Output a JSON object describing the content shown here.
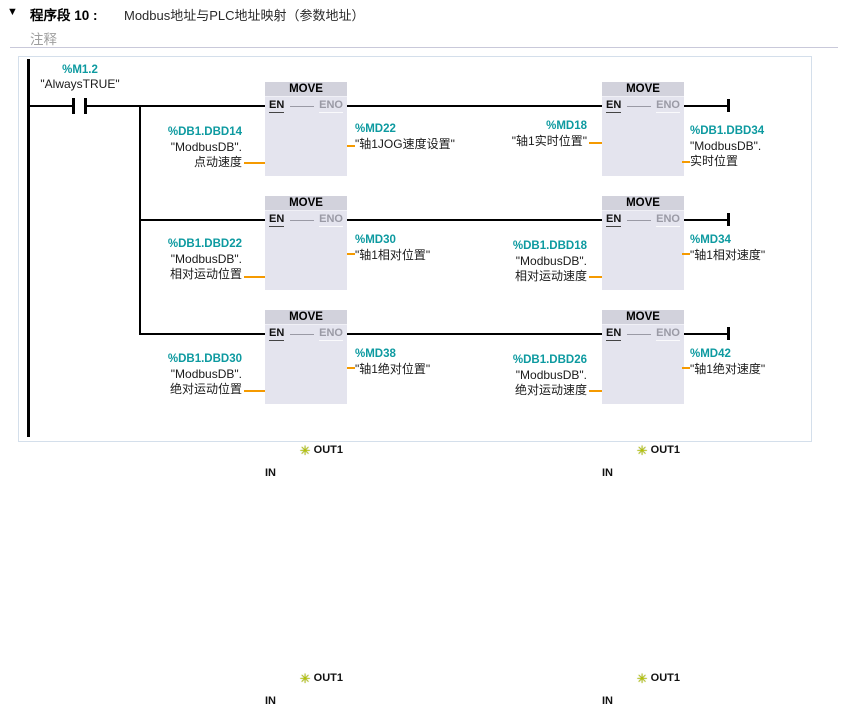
{
  "colors": {
    "operand_teal": "#0d9aa0",
    "wire_orange": "#f59a00",
    "block_bg": "#e4e4ee",
    "block_head": "#d2d2dc",
    "eno_gray": "#9a9aa5",
    "star_green": "#b5c400",
    "comment_gray": "#9e9e9e",
    "separator": "#c9c9da",
    "canvas_border": "#d4dfeb"
  },
  "header": {
    "collapse_icon": "▼",
    "network_label": "程序段 10 :",
    "network_title": "Modbus地址与PLC地址映射（参数地址）",
    "comment_placeholder": "注释"
  },
  "contact": {
    "address": "%M1.2",
    "name": "\"AlwaysTRUE\""
  },
  "block_labels": {
    "title": "MOVE",
    "en": "EN",
    "eno": "ENO",
    "in": "IN",
    "out": "OUT1",
    "add_output_icon": "✳"
  },
  "rungs": [
    {
      "left": {
        "in": {
          "address": "%DB1.DBD14",
          "name": "\"ModbusDB\".",
          "member": "点动速度"
        },
        "out": {
          "address": "%MD22",
          "name": "\"轴1JOG速度设置\""
        }
      },
      "right": {
        "in": {
          "address": "%MD18",
          "name": "\"轴1实时位置\""
        },
        "out": {
          "address": "%DB1.DBD34",
          "name": "\"ModbusDB\".",
          "member": "实时位置"
        }
      }
    },
    {
      "left": {
        "in": {
          "address": "%DB1.DBD22",
          "name": "\"ModbusDB\".",
          "member": "相对运动位置"
        },
        "out": {
          "address": "%MD30",
          "name": "\"轴1相对位置\""
        }
      },
      "right": {
        "in": {
          "address": "%DB1.DBD18",
          "name": "\"ModbusDB\".",
          "member": "相对运动速度"
        },
        "out": {
          "address": "%MD34",
          "name": "\"轴1相对速度\""
        }
      }
    },
    {
      "left": {
        "in": {
          "address": "%DB1.DBD30",
          "name": "\"ModbusDB\".",
          "member": "绝对运动位置"
        },
        "out": {
          "address": "%MD38",
          "name": "\"轴1绝对位置\""
        }
      },
      "right": {
        "in": {
          "address": "%DB1.DBD26",
          "name": "\"ModbusDB\".",
          "member": "绝对运动速度"
        },
        "out": {
          "address": "%MD42",
          "name": "\"轴1绝对速度\""
        }
      }
    }
  ]
}
